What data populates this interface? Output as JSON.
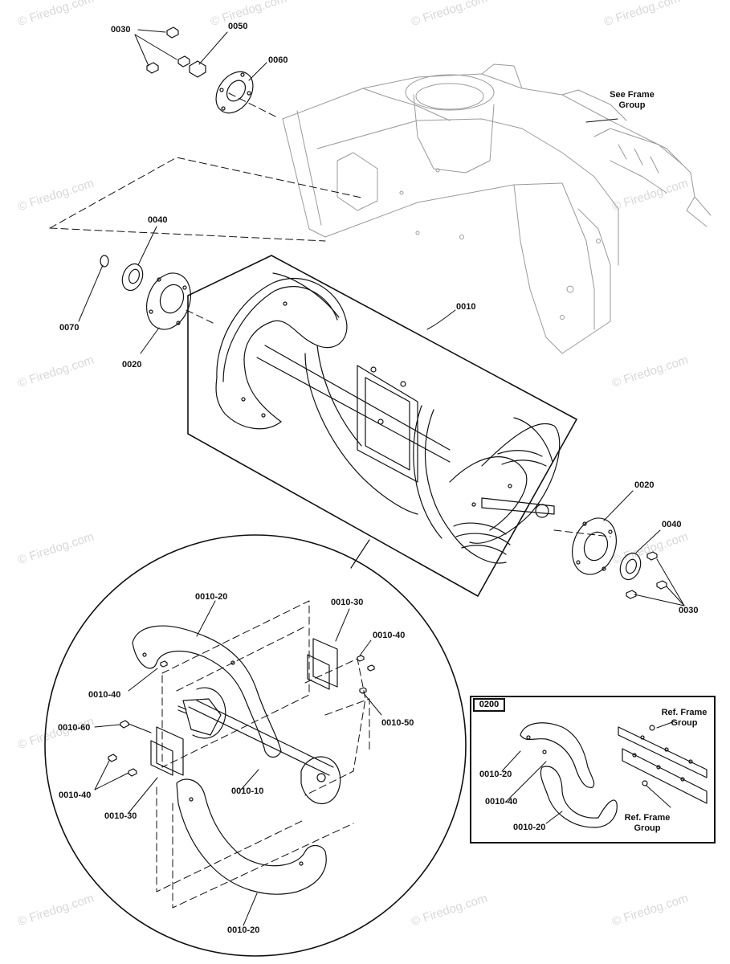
{
  "watermark": "© Firedog.com",
  "labels": {
    "l0030_top": "0030",
    "l0050": "0050",
    "l0060": "0060",
    "see_frame_group": [
      "See Frame",
      "Group"
    ],
    "l0040_left": "0040",
    "l0070": "0070",
    "l0020_left": "0020",
    "l0010": "0010",
    "l0020_right": "0020",
    "l0040_right": "0040",
    "l0030_right": "0030",
    "d0010_20_top": "0010-20",
    "d0010_30_top": "0010-30",
    "d0010_40_right": "0010-40",
    "d0010_40_left": "0010-40",
    "d0010_50": "0010-50",
    "d0010_60": "0010-60",
    "d0010_10": "0010-10",
    "d0010_40_low": "0010-40",
    "d0010_30_low": "0010-30",
    "d0010_20_bottom": "0010-20"
  },
  "inset": {
    "tag": "0200",
    "ref_frame_top": [
      "Ref. Frame",
      "Group"
    ],
    "ref_frame_bottom": [
      "Ref. Frame",
      "Group"
    ],
    "i0010_20_a": "0010-20",
    "i0010_40": "0010-40",
    "i0010_20_b": "0010-20"
  },
  "colors": {
    "line": "#111111",
    "frame_line": "#9a9a9a",
    "watermark": "#d8d8d8"
  }
}
